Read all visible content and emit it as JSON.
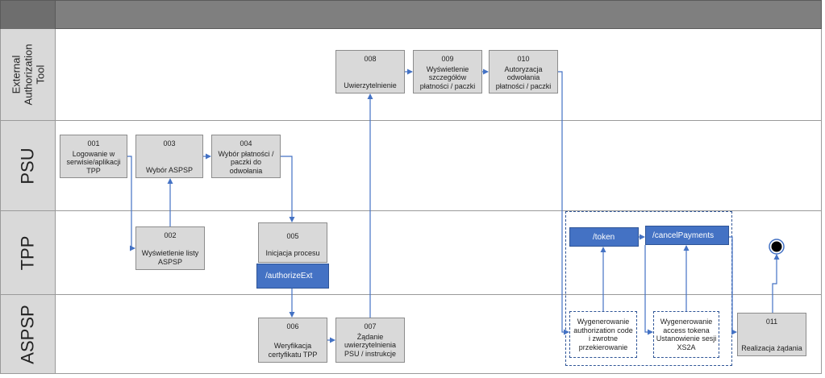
{
  "lanes": {
    "external": "External Authorization Tool",
    "psu": "PSU",
    "tpp": "TPP",
    "aspsp": "ASPSP"
  },
  "steps": {
    "s001": {
      "num": "001",
      "text": "Logowanie w serwisie/aplikacji TPP"
    },
    "s002": {
      "num": "002",
      "text": "Wyświetlenie listy ASPSP"
    },
    "s003": {
      "num": "003",
      "text": "Wybór ASPSP"
    },
    "s004": {
      "num": "004",
      "text": "Wybór płatności / paczki do odwołania"
    },
    "s005": {
      "num": "005",
      "text": "Inicjacja procesu"
    },
    "s006": {
      "num": "006",
      "text": "Weryfikacja certyfikatu TPP"
    },
    "s007": {
      "num": "007",
      "text": "Żądanie uwierzytelnienia PSU / instrukcje"
    },
    "s008": {
      "num": "008",
      "text": "Uwierzytelnienie"
    },
    "s009": {
      "num": "009",
      "text": "Wyświetlenie szczegółów płatności / paczki"
    },
    "s010": {
      "num": "010",
      "text": "Autoryzacja odwołania płatności / paczki"
    },
    "s011": {
      "num": "011",
      "text": "Realizacja żądania"
    }
  },
  "endpoints": {
    "authorize_ext": "/authorizeExt",
    "token": "/token",
    "cancel_payments": "/cancelPayments"
  },
  "notes": {
    "auth_code": "Wygenerowanie authorization code i zwrotne przekierowanie",
    "access_token": "Wygenerowanie access tokena Ustanowienie sesji XS2A"
  },
  "colors": {
    "arrow": "#4472c4",
    "endpoint": "#4472c4",
    "box": "#d9d9d9",
    "header": "#7f7f7f"
  }
}
